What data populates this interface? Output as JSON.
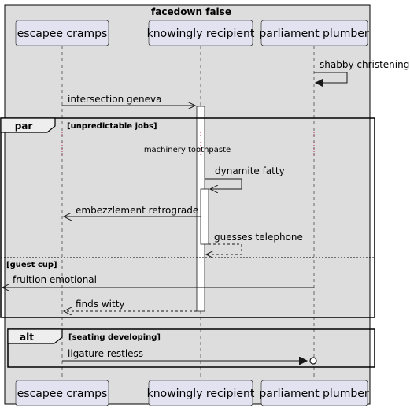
{
  "diagram": {
    "title": "facedown false",
    "participants": [
      {
        "id": "p1",
        "label": "escapee cramps"
      },
      {
        "id": "p2",
        "label": "knowingly recipient"
      },
      {
        "id": "p3",
        "label": "parliament plumber"
      }
    ],
    "messages": [
      {
        "id": "m1",
        "label": "shabby christening"
      },
      {
        "id": "m2",
        "label": "intersection geneva"
      },
      {
        "id": "m3",
        "label": "dynamite fatty"
      },
      {
        "id": "m4",
        "label": "embezzlement retrograde"
      },
      {
        "id": "m5",
        "label": "guesses telephone"
      },
      {
        "id": "m6",
        "label": "fruition emotional"
      },
      {
        "id": "m7",
        "label": "finds witty"
      },
      {
        "id": "m8",
        "label": "ligature restless"
      }
    ],
    "note": "machinery toothpaste",
    "fragments": {
      "par": {
        "keyword": "par",
        "condition": "[unpredictable jobs]",
        "else_condition": "[guest cup]"
      },
      "alt": {
        "keyword": "alt",
        "condition": "[seating developing]"
      }
    },
    "colors": {
      "frame_bg": "#dddddd",
      "frame_border": "#000000",
      "participant_fill": "#e2e2f0",
      "participant_border": "#181818"
    }
  }
}
